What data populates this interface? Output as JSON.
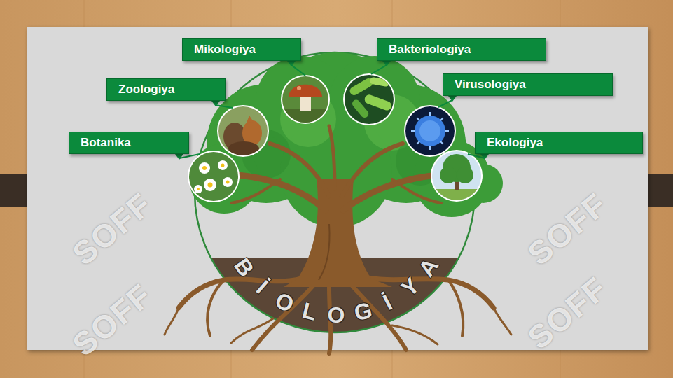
{
  "diagram": {
    "nodes": [
      {
        "text": [
          "Mikologiya"
        ]
      },
      {
        "text": [
          "Bakteriologiya"
        ]
      },
      {
        "text": [
          "Zoologiya"
        ]
      },
      {
        "text": [
          "Virusologiya"
        ]
      },
      {
        "text": [
          "Botanika"
        ]
      },
      {
        "text": [
          "Ekologiya"
        ]
      }
    ],
    "labels": [
      "BİOLOGİYA",
      "SOFF",
      "SOFF",
      "SOFF",
      "SOFF"
    ]
  }
}
